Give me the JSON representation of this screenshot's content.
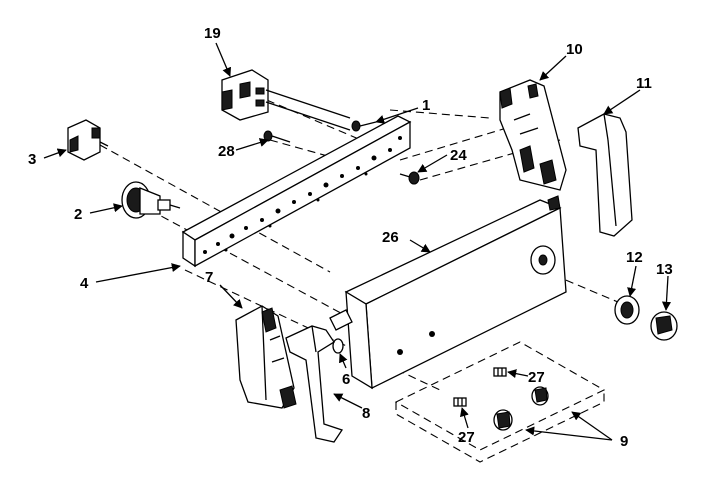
{
  "callouts": {
    "c1": "1",
    "c2": "2",
    "c3": "3",
    "c4": "4",
    "c6": "6",
    "c7": "7",
    "c8": "8",
    "c9": "9",
    "c10": "10",
    "c11": "11",
    "c12": "12",
    "c13": "13",
    "c19": "19",
    "c24": "24",
    "c26": "26",
    "c27a": "27",
    "c27b": "27",
    "c28": "28"
  }
}
